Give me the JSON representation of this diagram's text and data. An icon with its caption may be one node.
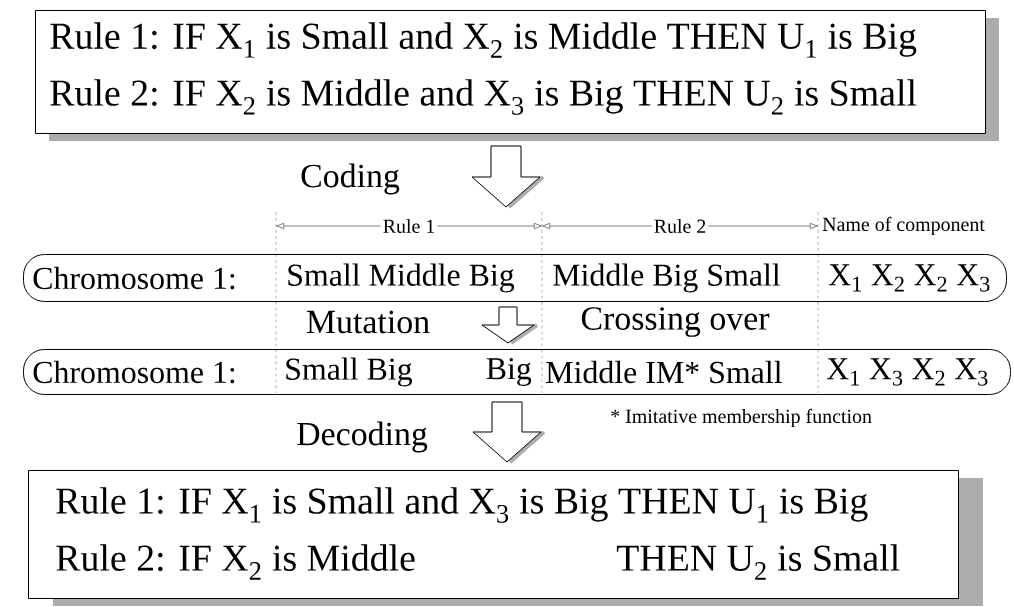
{
  "diagram": {
    "nodes": [
      {
        "text": [
          "Rule 1: IF X$_{1}$ is Small and X$_{2}$ is Middle THEN U$_{1}$ is Big",
          "Rule 2: IF X$_{2}$ is Middle and X$_{3}$ is Big THEN U$_{2}$ is Small"
        ]
      },
      {
        "text": [
          "Chromosome 1:",
          "Small Middle Big",
          "Middle Big Small",
          "X$_{1}$ X$_{2}$ X$_{2}$ X$_{3}$"
        ]
      },
      {
        "text": [
          "Chromosome 1:",
          "Small Big",
          "Big",
          "Middle IM* Small",
          "X$_{1}$ X$_{3}$ X$_{2}$ X$_{3}$"
        ]
      },
      {
        "text": [
          "Rule 1: IF X$_{1}$ is Small and X$_{3}$ is Big THEN U$_{1}$ is Big",
          "Rule 2: IF X$_{2}$ is Middle",
          "THEN U$_{2}$ is Small"
        ]
      }
    ],
    "edges": [
      {
        "from": 0,
        "to": 1,
        "arrow": "to",
        "label": "Coding"
      },
      {
        "from": 1,
        "to": 2,
        "arrow": "to",
        "label": "Mutation"
      },
      {
        "from": 2,
        "to": 3,
        "arrow": "to",
        "label": "Decoding"
      }
    ],
    "labels": [
      "Rule 1",
      "Rule 2",
      "Name of component",
      "Crossing over",
      "* Imitative membership function"
    ]
  }
}
